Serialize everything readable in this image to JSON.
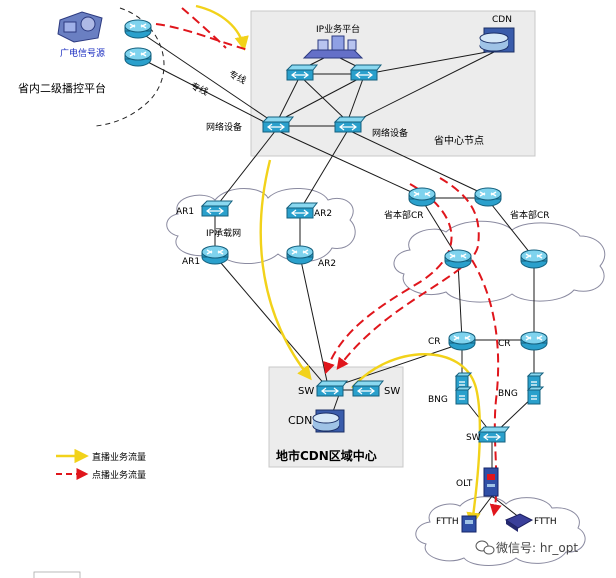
{
  "labels": {
    "broadcast_source": "广电信号源",
    "provincial_playout": "省内二级播控平台",
    "ip_service_platform": "IP业务平台",
    "cdn_top": "CDN",
    "dedicated_line_1": "专线",
    "dedicated_line_2": "专线",
    "network_device_left": "网络设备",
    "network_device_right": "网络设备",
    "provincial_center_node": "省中心节点",
    "ar1_top": "AR1",
    "ar2_top": "AR2",
    "ip_bearer_net": "IP承载网",
    "ar1_bottom": "AR1",
    "ar2_bottom": "AR2",
    "hq_cr_left": "省本部CR",
    "hq_cr_right": "省本部CR",
    "cr_left": "CR",
    "cr_right": "CR",
    "sw_left": "SW",
    "sw_right": "SW",
    "cdn_city": "CDN",
    "city_cdn_center": "地市CDN区域中心",
    "bng_left": "BNG",
    "bng_right": "BNG",
    "sw_access": "SW",
    "olt": "OLT",
    "ftth_left": "FTTH",
    "ftth_right": "FTTH",
    "watermark": "微信号: hr_opt"
  },
  "legend": {
    "live": "直播业务流量",
    "vod": "点播业务流量"
  },
  "colors": {
    "live_flow": "#f2d21a",
    "vod_flow": "#e0161c",
    "device_blue": "#2aa0cc",
    "platform_box": "#ececec"
  }
}
